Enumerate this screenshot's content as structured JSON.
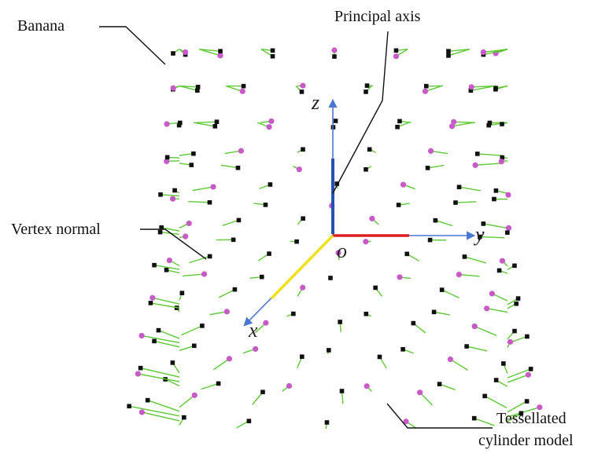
{
  "labels": {
    "banana": "Banana",
    "principal_axis": "Principal axis",
    "vertex_normal": "Vertex normal",
    "tessellated_line1": "Tessellated",
    "tessellated_line2": "cylinder model"
  },
  "axes": {
    "x": "x",
    "y": "y",
    "z": "z",
    "origin": "o"
  },
  "colors": {
    "normal": "#5cc832",
    "vertex_square": "#111111",
    "vertex_dot": "#c85ac8",
    "arrow": "#4a78d0",
    "principal_axis": "#2850b4",
    "y_direction": "#e02020",
    "x_direction": "#f0e020",
    "leader": "#111111"
  }
}
